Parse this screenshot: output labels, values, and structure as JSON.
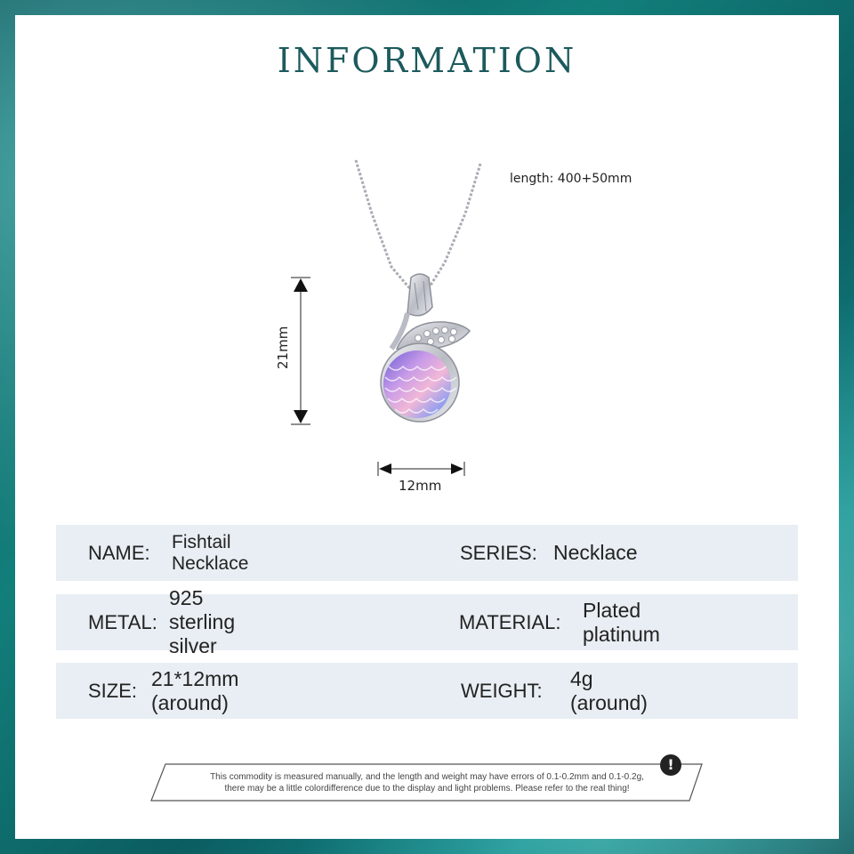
{
  "title": "INFORMATION",
  "dimensions": {
    "chain_length": "length: 400+50mm",
    "height": "21mm",
    "width": "12mm"
  },
  "specs": {
    "name": {
      "label": "NAME:",
      "value": "Fishtail Necklace"
    },
    "series": {
      "label": "SERIES:",
      "value": "Necklace"
    },
    "metal": {
      "label": "METAL:",
      "value": "925 sterling silver"
    },
    "material": {
      "label": "MATERIAL:",
      "value": "Plated platinum"
    },
    "size": {
      "label": "SIZE:",
      "value": "21*12mm (around)"
    },
    "weight": {
      "label": "WEIGHT:",
      "value": "4g (around)"
    }
  },
  "disclaimer": {
    "line1": "This commodity is measured manually, and the length and weight may have errors of 0.1-0.2mm and 0.1-0.2g,",
    "line2": "there may be a little colordifference due to the display and light problems. Please refer to the real thing!",
    "icon": "exclamation-icon"
  },
  "colors": {
    "title": "#1c5a5c",
    "row_background": "#e8eef3",
    "frame": "#0d6d6a"
  }
}
